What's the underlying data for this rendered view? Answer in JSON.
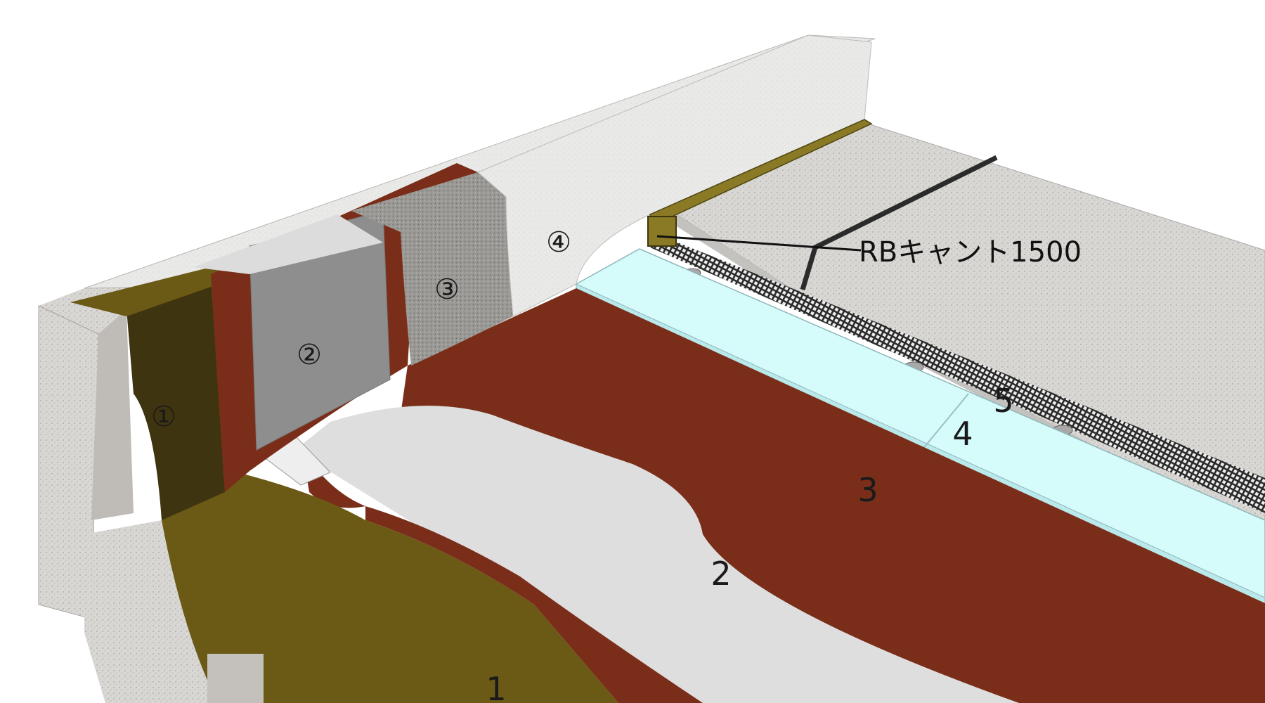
{
  "diagram": {
    "callout": {
      "text": "RBキャント1500"
    },
    "floor_labels": [
      "1",
      "2",
      "3",
      "4",
      "5"
    ],
    "wall_labels": [
      "①",
      "②",
      "③",
      "④"
    ],
    "colors": {
      "concrete": "#d7d5d1",
      "concrete_side": "#bfbcb7",
      "primer_olive": "#6b5a16",
      "primer_dark": "#3f3410",
      "membrane_brown": "#7a2e1a",
      "sheet_light": "#dedede",
      "sheet_gray": "#8e8e8e",
      "mortar_dark": "#9a9894",
      "plaster_light": "#e6e6e4",
      "insulation_cyan": "#d6fbfb",
      "mesh_dark": "#2a2a2a",
      "slab_gray": "#d3d1ce",
      "cant_strip": "#8a7a26"
    }
  }
}
